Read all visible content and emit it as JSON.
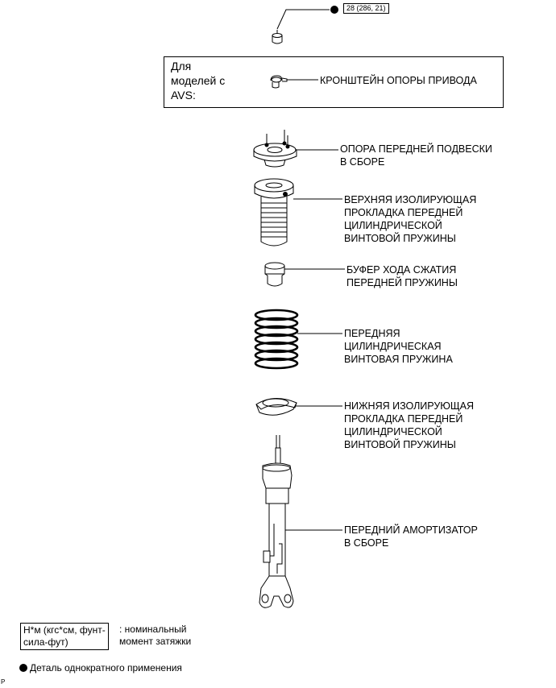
{
  "torque_spec": "28 (286, 21)",
  "avs_box": {
    "condition_lines": [
      "Для",
      "моделей с",
      "AVS:"
    ],
    "part_label": "КРОНШТЕЙН ОПОРЫ ПРИВОДА"
  },
  "parts": {
    "support": [
      "ОПОРА ПЕРЕДНЕЙ ПОДВЕСКИ",
      "В СБОРЕ"
    ],
    "upper_insulator": [
      "ВЕРХНЯЯ ИЗОЛИРУЮЩАЯ",
      "ПРОКЛАДКА ПЕРЕДНЕЙ",
      "ЦИЛИНДРИЧЕСКОЙ",
      "ВИНТОВОЙ ПРУЖИНЫ"
    ],
    "bumper": [
      "БУФЕР ХОДА СЖАТИЯ",
      "ПЕРЕДНЕЙ ПРУЖИНЫ"
    ],
    "coil_spring": [
      "ПЕРЕДНЯЯ",
      "ЦИЛИНДРИЧЕСКАЯ",
      "ВИНТОВАЯ ПРУЖИНА"
    ],
    "lower_insulator": [
      "НИЖНЯЯ ИЗОЛИРУЮЩАЯ",
      "ПРОКЛАДКА ПЕРЕДНЕЙ",
      "ЦИЛИНДРИЧЕСКОЙ",
      "ВИНТОВОЙ ПРУЖИНЫ"
    ],
    "shock_absorber": [
      "ПЕРЕДНИЙ АМОРТИЗАТОР",
      "В СБОРЕ"
    ]
  },
  "legend": {
    "unit_lines": [
      "Н*м (кгс*см, фунт-",
      "сила-фут)"
    ],
    "unit_desc": [
      ": номинальный",
      "момент затяжки"
    ],
    "non_reusable": "Деталь однократного применения"
  },
  "corner_code": "P"
}
